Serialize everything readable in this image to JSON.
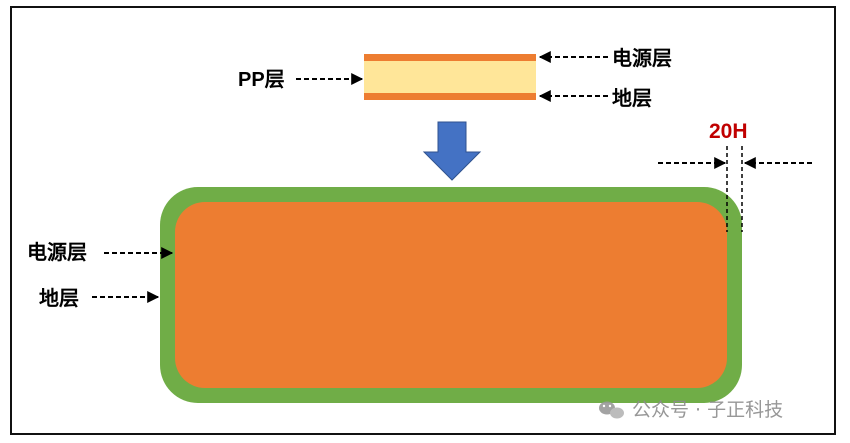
{
  "colors": {
    "orange": "#ED7D31",
    "green": "#70AD47",
    "cream": "#FFE699",
    "arrow_blue": "#4472C4",
    "spec_red": "#C00000",
    "text": "#000000",
    "watermark": "#8c8c8c"
  },
  "labels": {
    "pp_layer": "PP层",
    "power_layer_top": "电源层",
    "ground_layer_top": "地层",
    "power_layer_left": "电源层",
    "ground_layer_left": "地层",
    "rule": "20H"
  },
  "watermark": {
    "icon": "wechat-icon",
    "text": "公众号 · 子正科技"
  }
}
